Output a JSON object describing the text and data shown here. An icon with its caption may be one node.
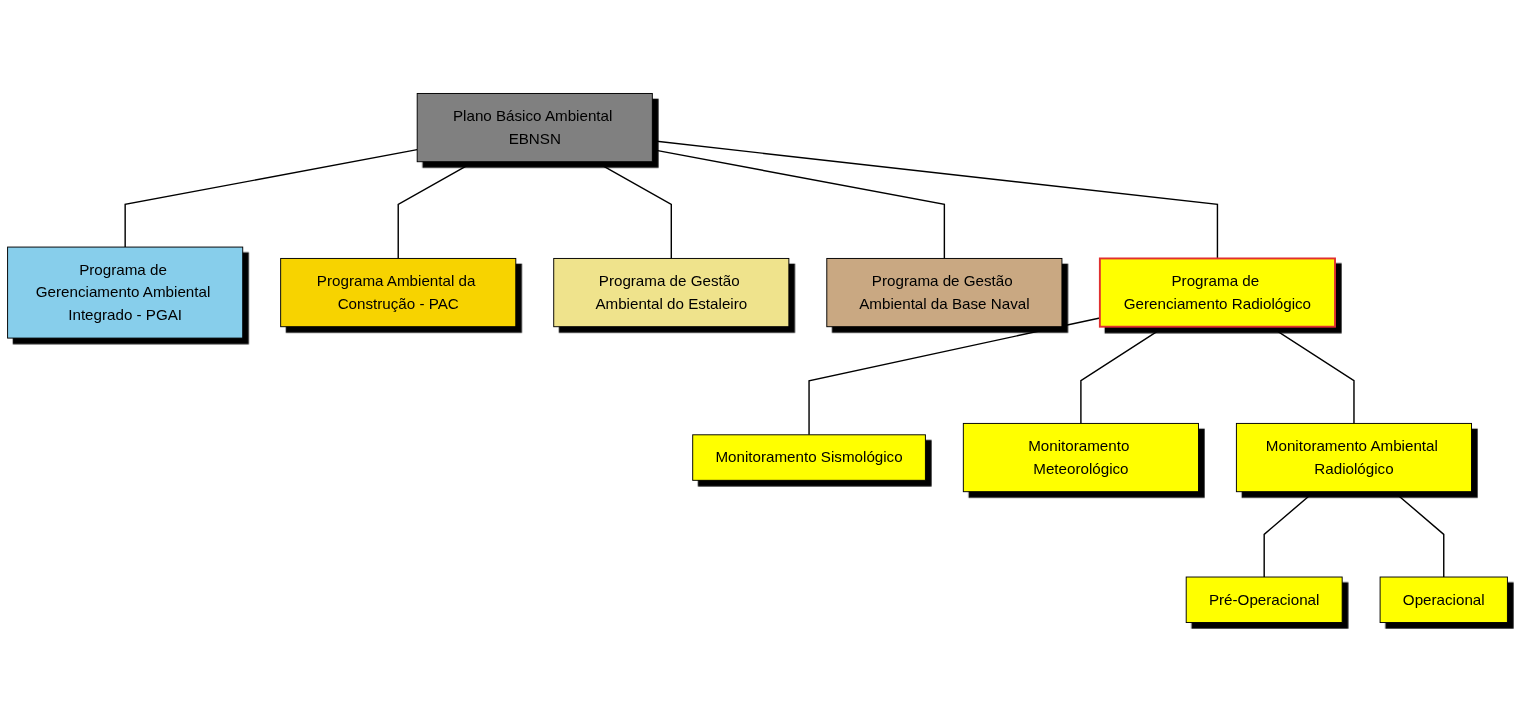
{
  "diagram": {
    "nodes": [
      {
        "text": [
          "Plano Básico Ambiental EBNSN"
        ]
      },
      {
        "text": [
          "Programa de Gerenciamento Ambiental Integrado - PGAI"
        ]
      },
      {
        "text": [
          "Programa Ambiental da Construção - PAC"
        ]
      },
      {
        "text": [
          "Programa de Gestão Ambiental do Estaleiro"
        ]
      },
      {
        "text": [
          "Programa de Gestão Ambiental da Base Naval"
        ]
      },
      {
        "text": [
          "Programa de Gerenciamento Radiológico"
        ]
      },
      {
        "text": [
          "Monitoramento Ambiental Radiológico"
        ]
      },
      {
        "text": [
          "Pré-Operacional"
        ]
      },
      {
        "text": [
          "Operacional"
        ]
      },
      {
        "text": [
          "Monitoramento Sismológico"
        ]
      },
      {
        "text": [
          "Monitoramento Meteorológico"
        ]
      }
    ],
    "edges": [
      {
        "from": 0,
        "to": 1,
        "arrow": "none"
      },
      {
        "from": 0,
        "to": 2,
        "arrow": "none"
      },
      {
        "from": 0,
        "to": 3,
        "arrow": "none"
      },
      {
        "from": 0,
        "to": 4,
        "arrow": "none"
      },
      {
        "from": 0,
        "to": 5,
        "arrow": "none"
      },
      {
        "from": 5,
        "to": 6,
        "arrow": "none"
      },
      {
        "from": 6,
        "to": 7,
        "arrow": "none"
      },
      {
        "from": 6,
        "to": 8,
        "arrow": "none"
      },
      {
        "from": 5,
        "to": 9,
        "arrow": "none"
      },
      {
        "from": 5,
        "to": 10,
        "arrow": "none"
      }
    ]
  }
}
